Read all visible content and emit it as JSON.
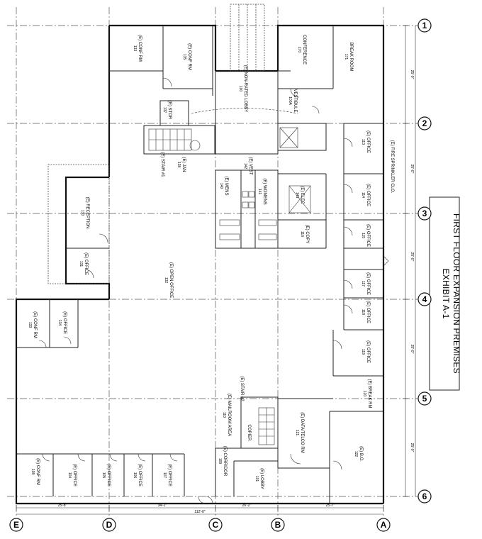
{
  "exhibit": {
    "line1": "EXHIBIT A-1",
    "line2": "FIRST FLOOR EXPANSION PREMISES"
  },
  "grid": {
    "rows": [
      "1",
      "2",
      "3",
      "4",
      "5",
      "6"
    ],
    "columns": [
      "E",
      "D",
      "C",
      "B",
      "A"
    ]
  },
  "dims": {
    "right": [
      "25'-0\"",
      "25'-0\"",
      "25'-0\"",
      "25'-0\"",
      "25'-0\""
    ],
    "bottom_segments": [
      "25'-8\"",
      "34'-1\"",
      "26'-2\"",
      "25'-7\""
    ],
    "bottom_total": "112'-0\""
  },
  "rooms": [
    {
      "name": "(E) CONF RM",
      "num": "133"
    },
    {
      "name": "(E) CONF RM",
      "num": "135"
    },
    {
      "name": "CONFERENCE",
      "num": "170"
    },
    {
      "name": "BREAK ROOM",
      "num": "171"
    },
    {
      "name": "(E) NON-RATED LOBBY",
      "num": "100"
    },
    {
      "name": "VESTIBULE",
      "num": "100A"
    },
    {
      "name": "(E) STOR",
      "num": "137"
    },
    {
      "name": "(E) STAIR #1",
      "num": ""
    },
    {
      "name": "(E) JAN",
      "num": "138"
    },
    {
      "name": "(E) OFFICE",
      "num": "113"
    },
    {
      "name": "(E) FIRE SPRINKLER CLO.",
      "num": ""
    },
    {
      "name": "(E) OFFICE",
      "num": "114"
    },
    {
      "name": "(E) OFFICE",
      "num": "115"
    },
    {
      "name": "(E) VEST",
      "num": "142"
    },
    {
      "name": "(E) MENS",
      "num": "140"
    },
    {
      "name": "(E) WOMENS",
      "num": "141"
    },
    {
      "name": "(E) ELEC",
      "num": "143"
    },
    {
      "name": "(E) COPY",
      "num": "116"
    },
    {
      "name": "(E) RECEPTION",
      "num": "130"
    },
    {
      "name": "(E) OFFICE",
      "num": "131"
    },
    {
      "name": "(E) OPEN OFFICE",
      "num": "132"
    },
    {
      "name": "(E) OFFICE",
      "num": "117"
    },
    {
      "name": "(E) OFFICE",
      "num": "118"
    },
    {
      "name": "(E) OFFICE",
      "num": "119"
    },
    {
      "name": "(E) CONF RM",
      "num": "133"
    },
    {
      "name": "(E) OFFICE",
      "num": "134"
    },
    {
      "name": "(E) STAIR #2",
      "num": ""
    },
    {
      "name": "(E) MAILROOM AREA",
      "num": "110"
    },
    {
      "name": "COPIER",
      "num": ""
    },
    {
      "name": "(E) BREAK RM",
      "num": "120"
    },
    {
      "name": "(E) DATA/TELCO RM",
      "num": "121"
    },
    {
      "name": "(E) B.O.",
      "num": "122"
    },
    {
      "name": "(E) CONF RM",
      "num": "108"
    },
    {
      "name": "(E) OFFICE",
      "num": "104"
    },
    {
      "name": "(E) OFFICE",
      "num": "105"
    },
    {
      "name": "(E) OFFICE",
      "num": "106"
    },
    {
      "name": "(E) OFFICE",
      "num": "107"
    },
    {
      "name": "(E) CORRIDOR",
      "num": "109"
    },
    {
      "name": "(E) LOBBY",
      "num": "101"
    }
  ]
}
